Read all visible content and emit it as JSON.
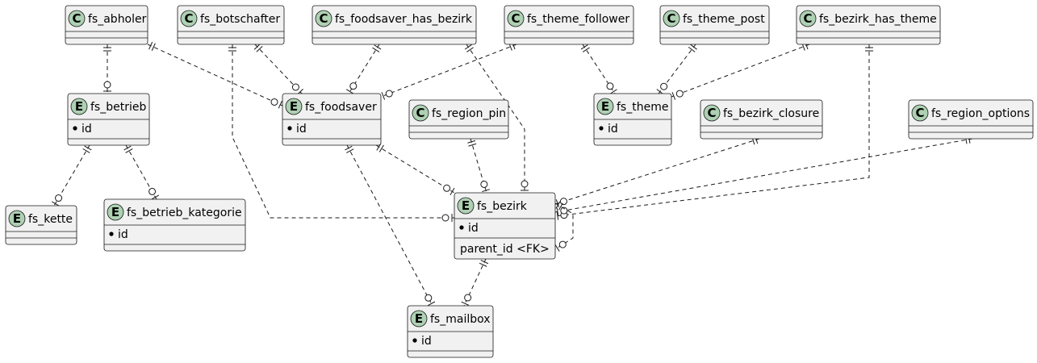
{
  "nodes": [
    {
      "id": "fs_abholer",
      "kind": "C",
      "name": "fs_abholer",
      "attrs": []
    },
    {
      "id": "fs_botschafter",
      "kind": "C",
      "name": "fs_botschafter",
      "attrs": []
    },
    {
      "id": "fs_foodsaver_has_bezirk",
      "kind": "C",
      "name": "fs_foodsaver_has_bezirk",
      "attrs": []
    },
    {
      "id": "fs_theme_follower",
      "kind": "C",
      "name": "fs_theme_follower",
      "attrs": []
    },
    {
      "id": "fs_theme_post",
      "kind": "C",
      "name": "fs_theme_post",
      "attrs": []
    },
    {
      "id": "fs_bezirk_has_theme",
      "kind": "C",
      "name": "fs_bezirk_has_theme",
      "attrs": []
    },
    {
      "id": "fs_betrieb",
      "kind": "E",
      "name": "fs_betrieb",
      "attrs": [
        "id"
      ]
    },
    {
      "id": "fs_foodsaver",
      "kind": "E",
      "name": "fs_foodsaver",
      "attrs": [
        "id"
      ]
    },
    {
      "id": "fs_region_pin",
      "kind": "C",
      "name": "fs_region_pin",
      "attrs": []
    },
    {
      "id": "fs_theme",
      "kind": "E",
      "name": "fs_theme",
      "attrs": [
        "id"
      ]
    },
    {
      "id": "fs_bezirk_closure",
      "kind": "C",
      "name": "fs_bezirk_closure",
      "attrs": []
    },
    {
      "id": "fs_region_options",
      "kind": "C",
      "name": "fs_region_options",
      "attrs": []
    },
    {
      "id": "fs_kette",
      "kind": "E",
      "name": "fs_kette",
      "attrs": []
    },
    {
      "id": "fs_betrieb_kategorie",
      "kind": "E",
      "name": "fs_betrieb_kategorie",
      "attrs": [
        "id"
      ]
    },
    {
      "id": "fs_bezirk",
      "kind": "E",
      "name": "fs_bezirk",
      "attrs": [
        "id"
      ],
      "fk": "parent_id <FK>"
    },
    {
      "id": "fs_mailbox",
      "kind": "E",
      "name": "fs_mailbox",
      "attrs": [
        "id"
      ]
    }
  ],
  "relations": [
    {
      "from": "fs_abholer",
      "to": "fs_betrieb"
    },
    {
      "from": "fs_abholer",
      "to": "fs_foodsaver"
    },
    {
      "from": "fs_botschafter",
      "to": "fs_foodsaver"
    },
    {
      "from": "fs_botschafter",
      "to": "fs_bezirk"
    },
    {
      "from": "fs_foodsaver_has_bezirk",
      "to": "fs_foodsaver"
    },
    {
      "from": "fs_foodsaver_has_bezirk",
      "to": "fs_bezirk"
    },
    {
      "from": "fs_theme_follower",
      "to": "fs_foodsaver"
    },
    {
      "from": "fs_theme_follower",
      "to": "fs_theme"
    },
    {
      "from": "fs_theme_post",
      "to": "fs_theme"
    },
    {
      "from": "fs_bezirk_has_theme",
      "to": "fs_theme"
    },
    {
      "from": "fs_bezirk_has_theme",
      "to": "fs_bezirk"
    },
    {
      "from": "fs_betrieb",
      "to": "fs_kette"
    },
    {
      "from": "fs_betrieb",
      "to": "fs_betrieb_kategorie"
    },
    {
      "from": "fs_foodsaver",
      "to": "fs_bezirk"
    },
    {
      "from": "fs_foodsaver",
      "to": "fs_mailbox"
    },
    {
      "from": "fs_region_pin",
      "to": "fs_bezirk"
    },
    {
      "from": "fs_bezirk_closure",
      "to": "fs_bezirk"
    },
    {
      "from": "fs_region_options",
      "to": "fs_bezirk"
    },
    {
      "from": "fs_bezirk",
      "to": "fs_mailbox"
    },
    {
      "from": "fs_bezirk",
      "to": "fs_bezirk"
    }
  ]
}
